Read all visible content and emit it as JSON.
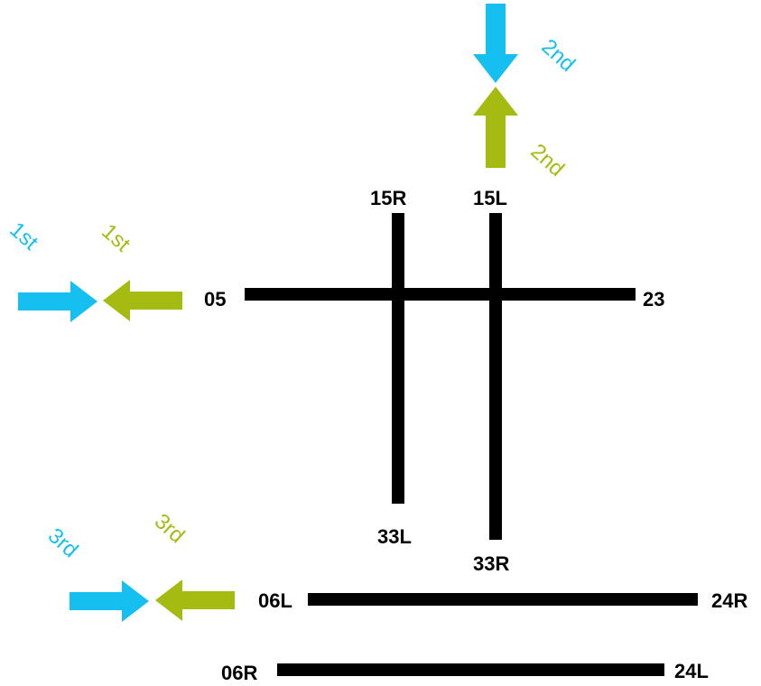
{
  "colors": {
    "blue": "#15C0F0",
    "green": "#A6BB12",
    "runway": "#000000"
  },
  "runways": {
    "r05_23": {
      "end_a": "05",
      "end_b": "23"
    },
    "r15R_33L": {
      "end_a": "15R",
      "end_b": "33L"
    },
    "r15L_33R": {
      "end_a": "15L",
      "end_b": "33R"
    },
    "r06L_24R": {
      "end_a": "06L",
      "end_b": "24R"
    },
    "r06R_24L": {
      "end_a": "06R",
      "end_b": "24L"
    }
  },
  "arrow_groups": [
    {
      "blue_label": "1st",
      "green_label": "1st"
    },
    {
      "blue_label": "2nd",
      "green_label": "2nd"
    },
    {
      "blue_label": "3rd",
      "green_label": "3rd"
    }
  ]
}
